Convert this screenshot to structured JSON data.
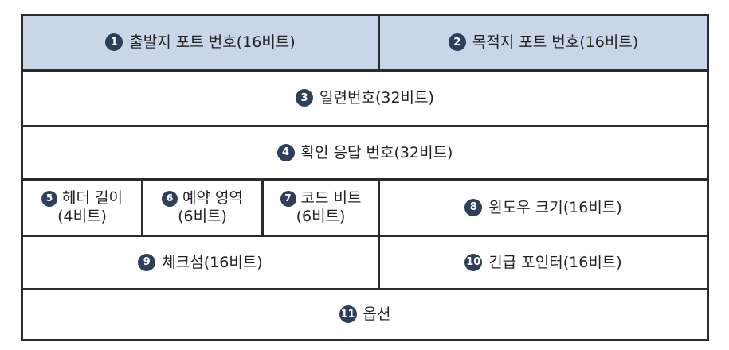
{
  "fields": [
    {
      "num": "1",
      "label": "출발지 포트 번호(16비트)"
    },
    {
      "num": "2",
      "label": "목적지 포트 번호(16비트)"
    },
    {
      "num": "3",
      "label": "일련번호(32비트)"
    },
    {
      "num": "4",
      "label": "확인 응답 번호(32비트)"
    },
    {
      "num": "5",
      "label": "헤더 길이",
      "sub": "(4비트)"
    },
    {
      "num": "6",
      "label": "예약 영역",
      "sub": "(6비트)"
    },
    {
      "num": "7",
      "label": "코드 비트",
      "sub": "(6비트)"
    },
    {
      "num": "8",
      "label": "윈도우 크기(16비트)"
    },
    {
      "num": "9",
      "label": "체크섬(16비트)"
    },
    {
      "num": "10",
      "label": "긴급 포인터(16비트)"
    },
    {
      "num": "11",
      "label": "옵션"
    }
  ],
  "colors": {
    "header_fill": "#c9d6e8",
    "badge_fill": "#2e3f5c",
    "border": "#2b2b2b"
  }
}
